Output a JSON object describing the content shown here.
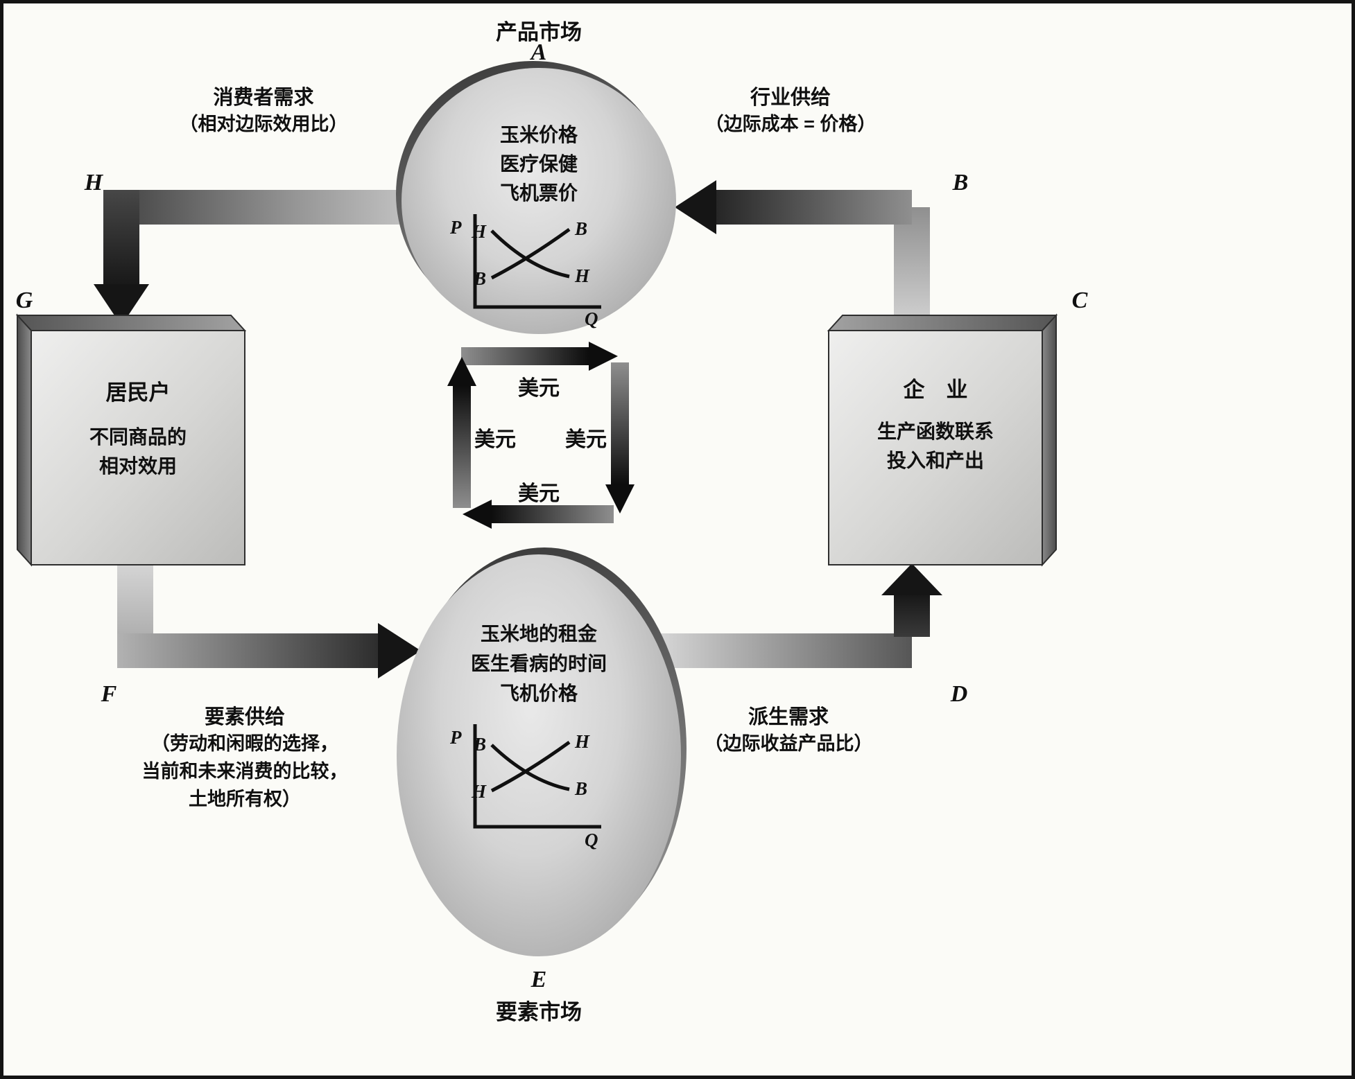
{
  "product_market": {
    "title": "产品市场",
    "letter": "A",
    "items": [
      "玉米价格",
      "医疗保健",
      "飞机票价"
    ],
    "graph": {
      "p": "P",
      "q": "Q",
      "tl": "H",
      "tr": "B",
      "bl": "B",
      "br": "H"
    }
  },
  "factor_market": {
    "title": "要素市场",
    "letter": "E",
    "items": [
      "玉米地的租金",
      "医生看病的时间",
      "飞机价格"
    ],
    "graph": {
      "p": "P",
      "q": "Q",
      "tl": "B",
      "tr": "H",
      "bl": "H",
      "br": "B"
    }
  },
  "households": {
    "letter": "G",
    "title": "居民户",
    "lines": [
      "不同商品的",
      "相对效用"
    ]
  },
  "firms": {
    "letter": "C",
    "title": "企　业",
    "lines": [
      "生产函数联系",
      "投入和产出"
    ]
  },
  "labels": {
    "consumer_demand": {
      "title": "消费者需求",
      "sub": "（相对边际效用比）",
      "letter": "H"
    },
    "industry_supply": {
      "title": "行业供给",
      "sub": "（边际成本 = 价格）",
      "letter": "B"
    },
    "factor_supply": {
      "title": "要素供给",
      "sub1": "（劳动和闲暇的选择，",
      "sub2": "当前和未来消费的比较，",
      "sub3": "土地所有权）",
      "letter": "F"
    },
    "derived_demand": {
      "title": "派生需求",
      "sub": "（边际收益产品比）",
      "letter": "D"
    }
  },
  "money": {
    "top": "美元",
    "left": "美元",
    "right": "美元",
    "bottom": "美元"
  }
}
